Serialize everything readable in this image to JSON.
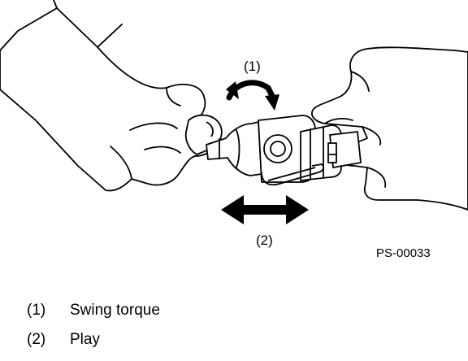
{
  "figure": {
    "code": "PS-00033",
    "icons": [
      "hands-holding-joint-illustration",
      "curved-arrow-icon",
      "double-arrow-icon"
    ]
  },
  "callouts": [
    {
      "id": "1",
      "label": "(1)"
    },
    {
      "id": "2",
      "label": "(2)"
    }
  ],
  "legend": [
    {
      "number": "(1)",
      "text": "Swing torque"
    },
    {
      "number": "(2)",
      "text": "Play"
    }
  ],
  "colors": {
    "ink": "#000000",
    "paper": "#ffffff"
  }
}
